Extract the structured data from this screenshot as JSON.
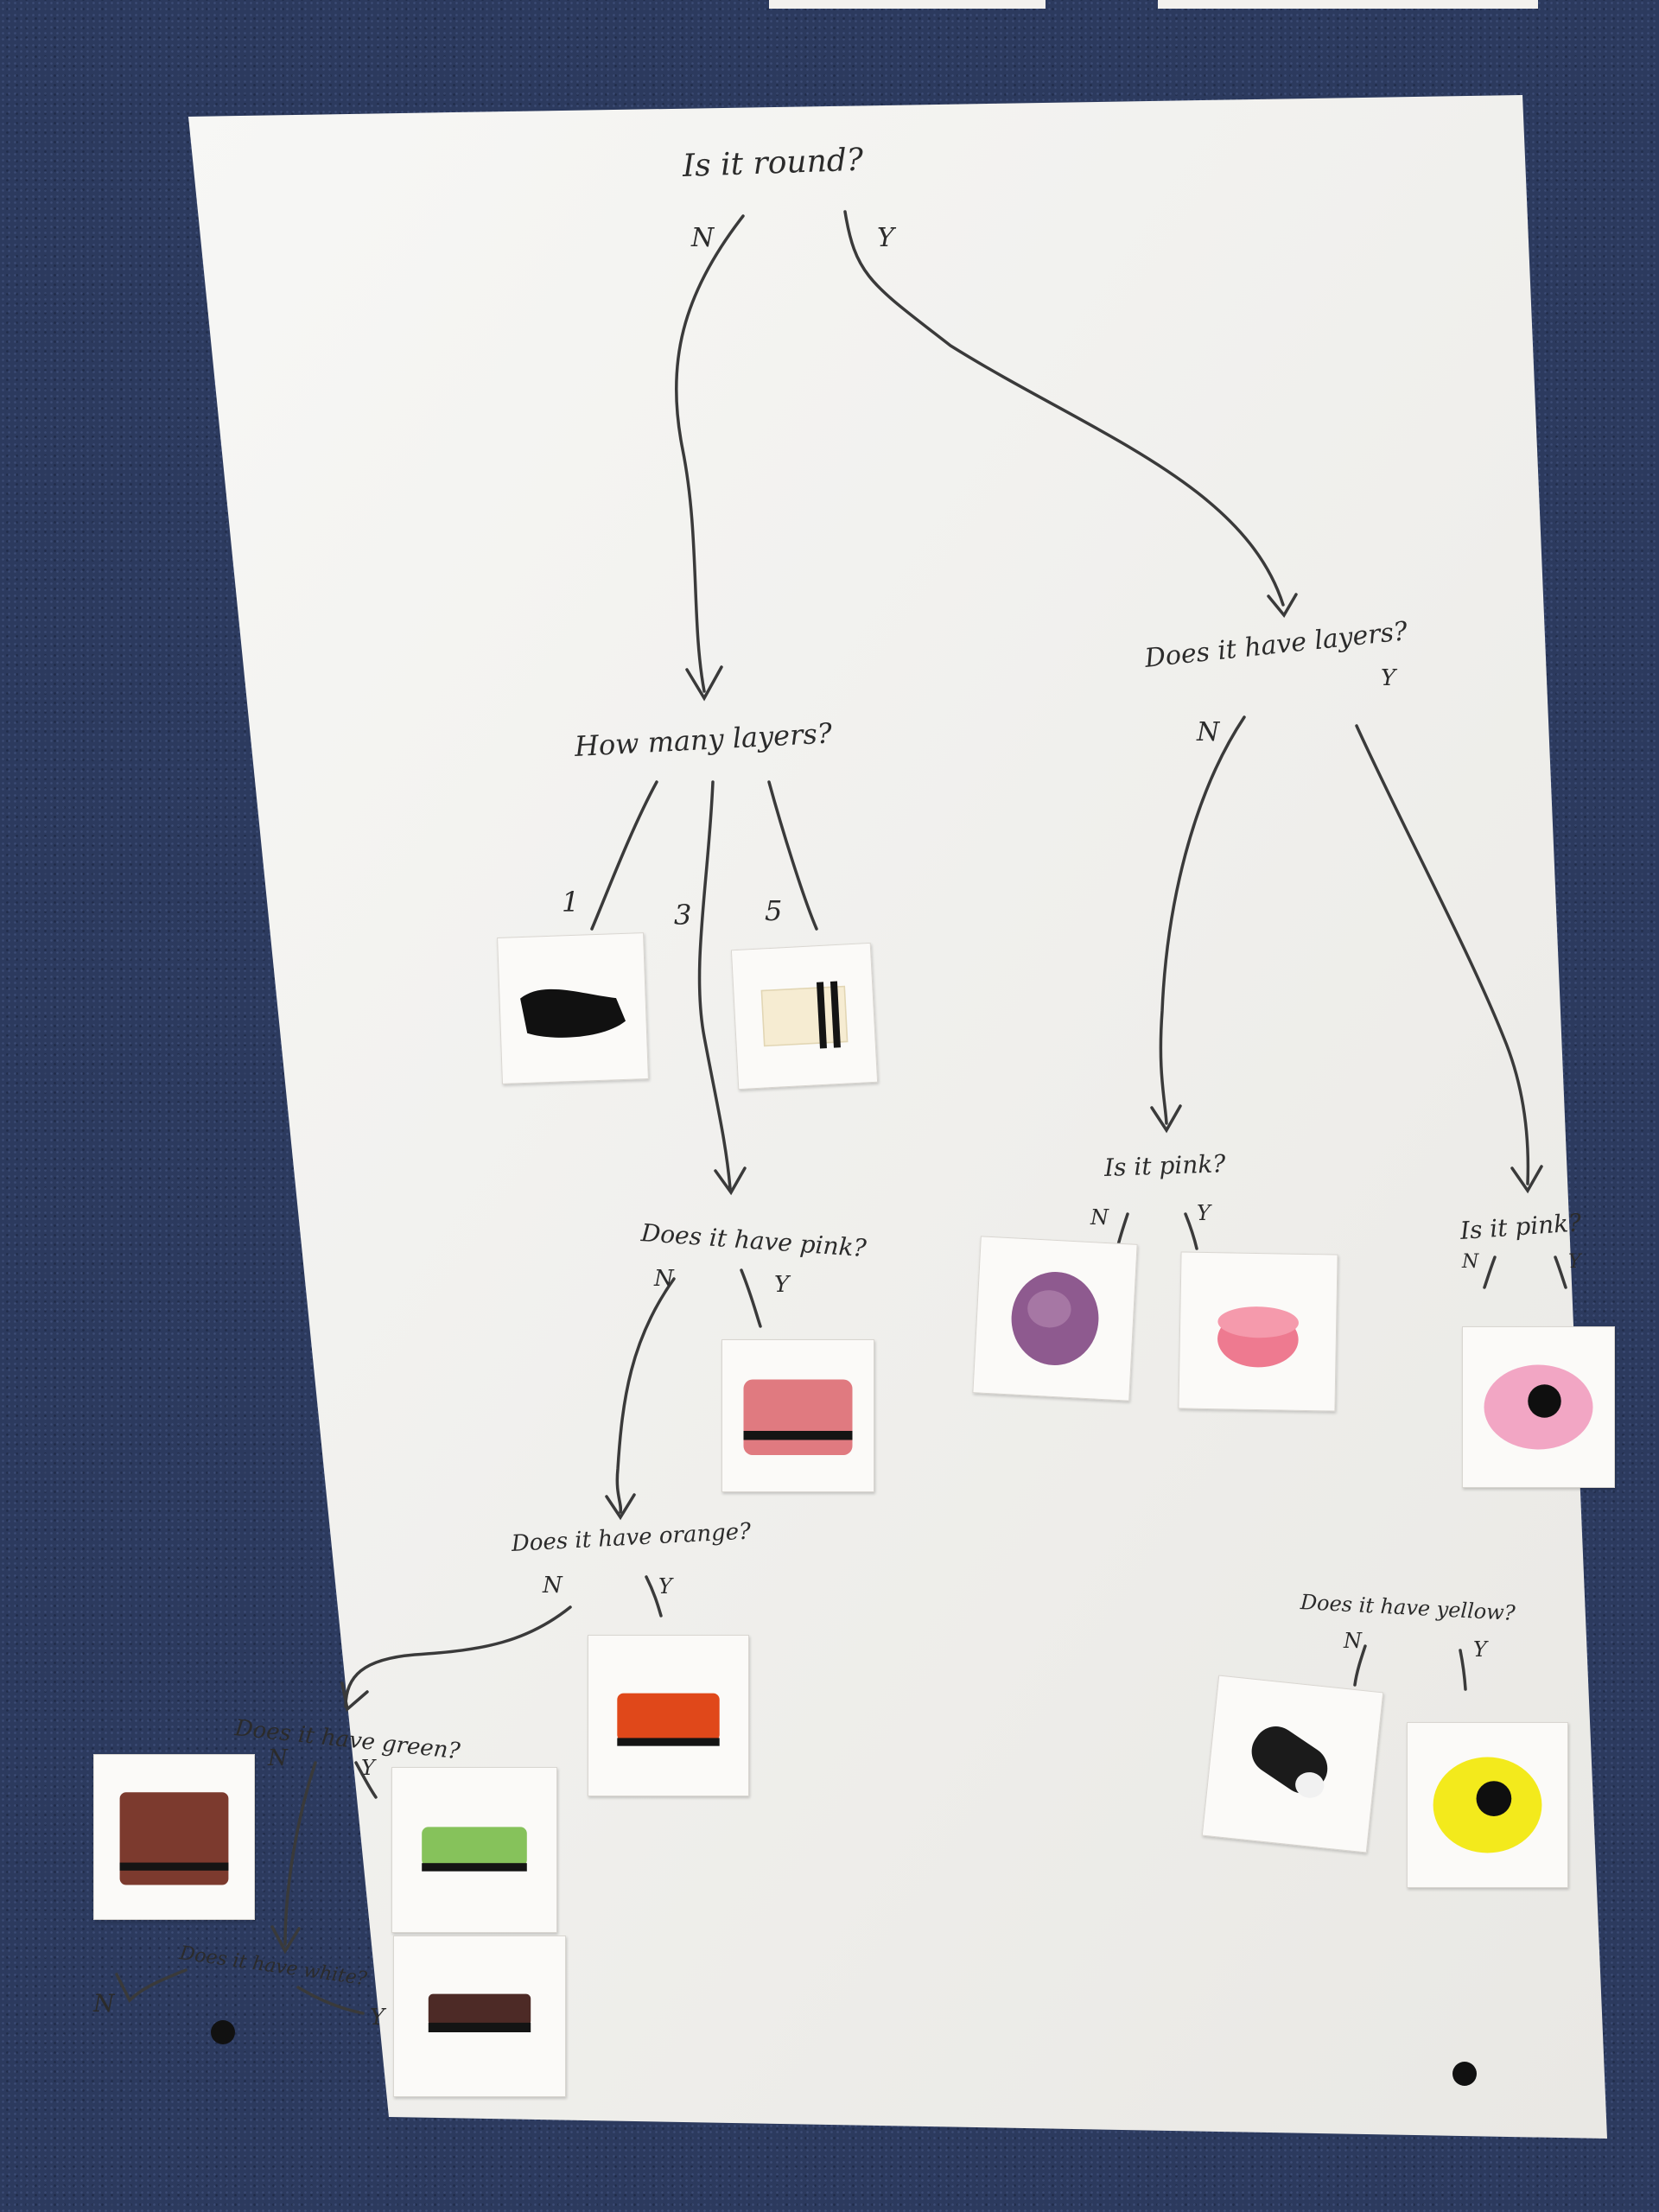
{
  "questions": {
    "q1": "Is it round?",
    "q2": "How many layers?",
    "q3": "Does it have layers?",
    "q4": "Does it have pink?",
    "q5": "Is it pink?",
    "q6": "Is it pink?",
    "q7": "Does it have orange?",
    "q8": "Does it have green?",
    "q9": "Does it have white?",
    "q10": "Does it have yellow?"
  },
  "branch_labels": {
    "q1_no": "N",
    "q1_yes": "Y",
    "q2_one": "1",
    "q2_three": "3",
    "q2_five": "5",
    "q3_no": "N",
    "q3_yes": "Y",
    "q4_no": "N",
    "q4_yes": "Y",
    "q5_no": "N",
    "q5_yes": "Y",
    "q6_no": "N",
    "q6_yes": "Y",
    "q7_no": "N",
    "q7_yes": "Y",
    "q8_no": "N",
    "q8_yes": "Y",
    "q9_no": "N",
    "q9_yes": "Y",
    "q10_no": "N",
    "q10_yes": "Y"
  },
  "sweets": [
    "black-liquorice-block",
    "cream-layered-sweet",
    "pink-layered-sweet",
    "purple-sugared-bobble",
    "pink-round-jelly",
    "pink-coconut-wheel",
    "orange-layered-sweet",
    "brown-layered-sweet",
    "green-layered-sweet",
    "dark-layered-sweet",
    "black-white-roll",
    "yellow-coconut-wheel"
  ],
  "colors": {
    "carpet": "#2c3a5e",
    "paper": "#f5f4f2",
    "ink": "#2b2b2b"
  }
}
